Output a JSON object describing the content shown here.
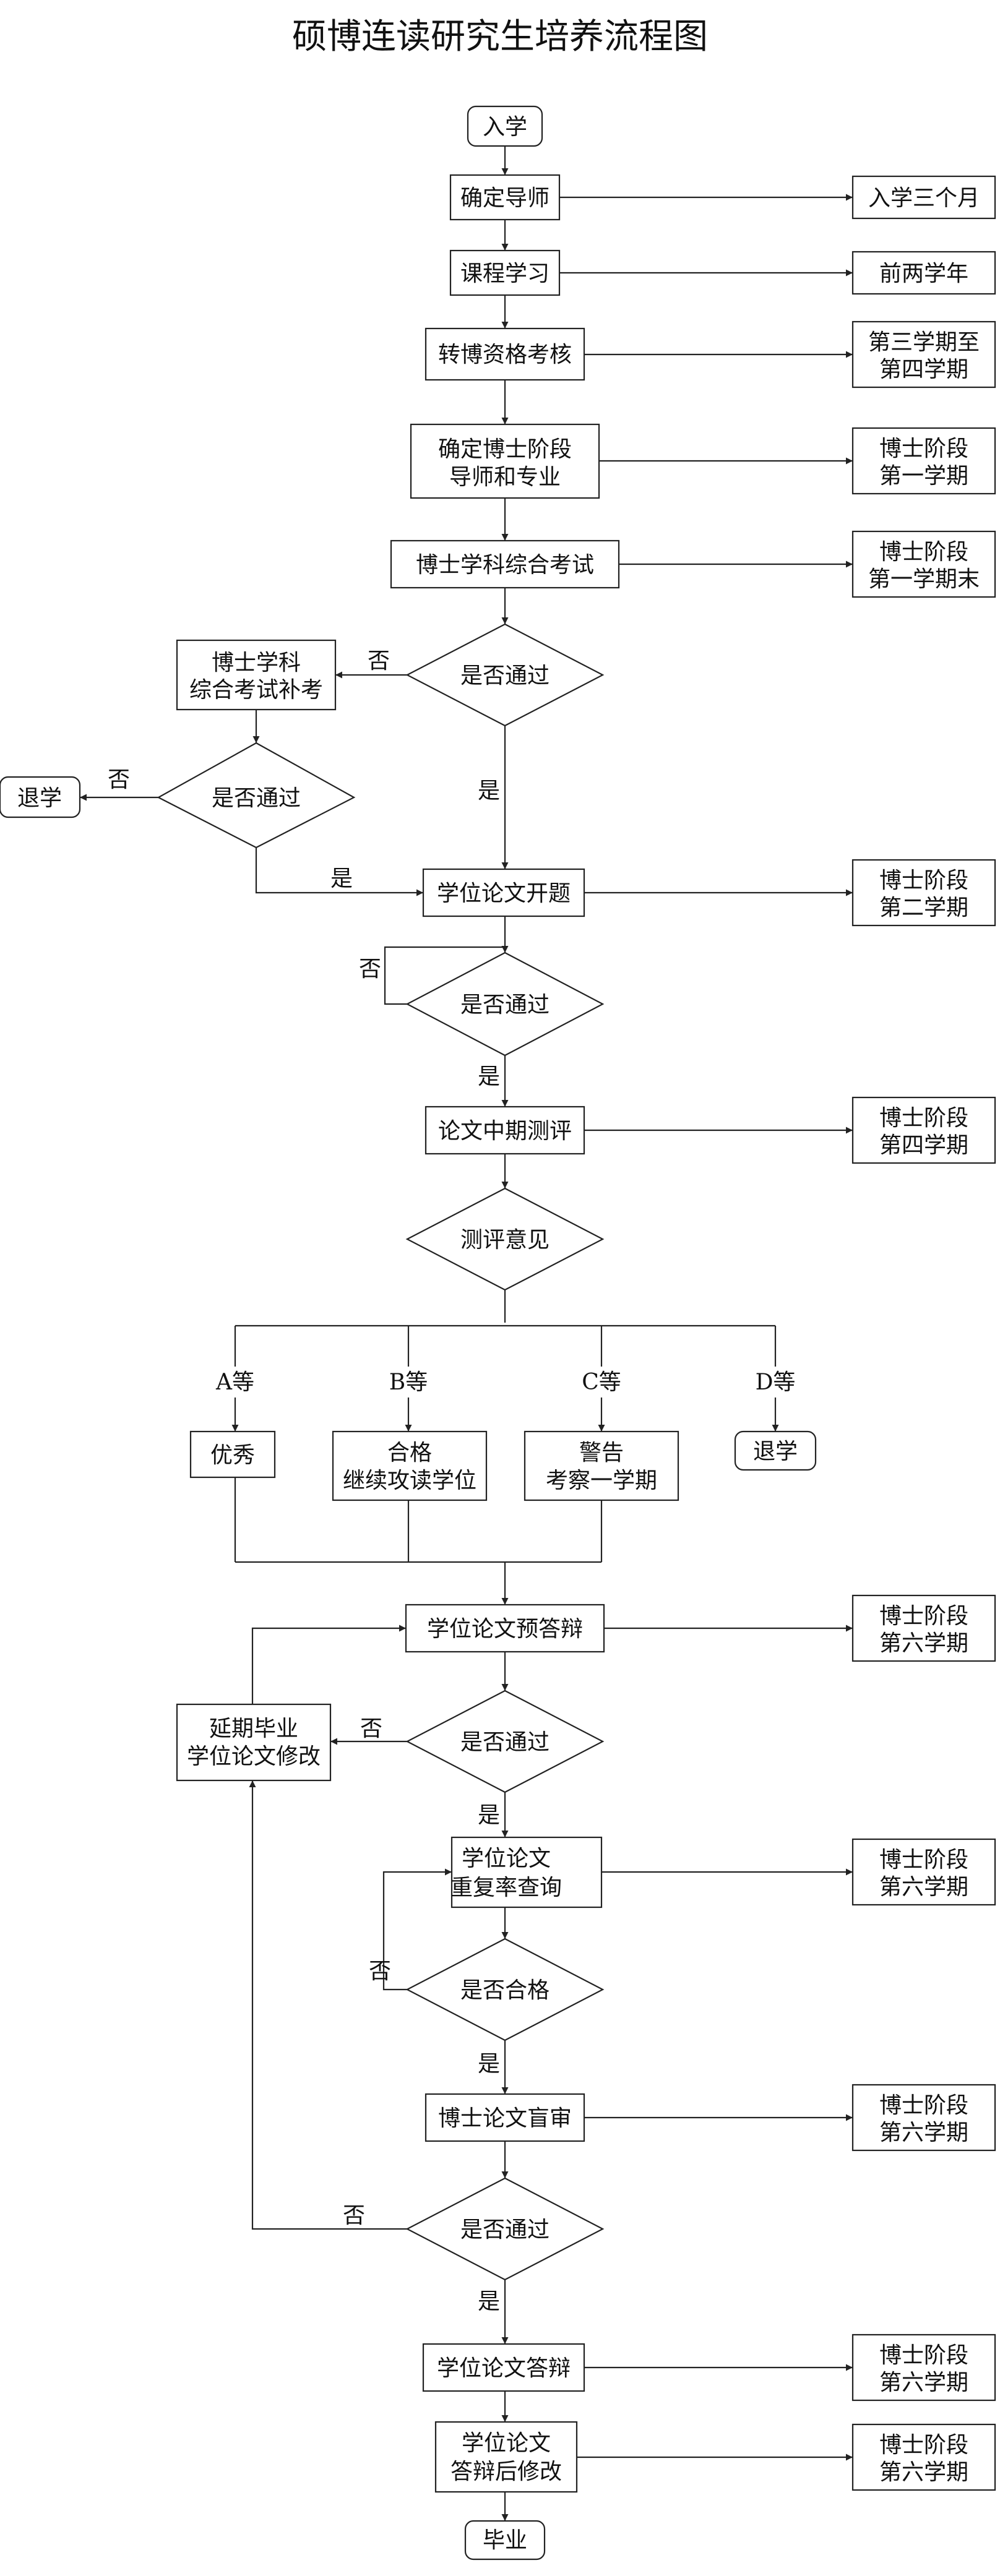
{
  "title": "硕博连读研究生培养流程图",
  "nodes": {
    "enroll": "入学",
    "advisor": "确定导师",
    "courses": "课程学习",
    "qualify": "转博资格考核",
    "phd_advisor": [
      "确定博士阶段",
      "导师和专业"
    ],
    "comp_exam": "博士学科综合考试",
    "pass1": "是否通过",
    "makeup": [
      "博士学科",
      "综合考试补考"
    ],
    "pass_makeup": "是否通过",
    "withdraw1": "退学",
    "proposal": "学位论文开题",
    "pass2": "是否通过",
    "midterm": "论文中期测评",
    "opinion": "测评意见",
    "excellent": "优秀",
    "qualified": [
      "合格",
      "继续攻读学位"
    ],
    "warning": [
      "警告",
      "考察一学期"
    ],
    "withdraw2": "退学",
    "predefense": "学位论文预答辩",
    "pass3": "是否通过",
    "delay": [
      "延期毕业",
      "学位论文修改"
    ],
    "dupcheck": [
      "学位论文",
      "重复率查询"
    ],
    "qualified_check": "是否合格",
    "blind": "博士论文盲审",
    "pass4": "是否通过",
    "defense": "学位论文答辩",
    "revise": [
      "学位论文",
      "答辩后修改"
    ],
    "graduate": "毕业"
  },
  "timeline": {
    "t1": [
      "入学三个月"
    ],
    "t2": [
      "前两学年"
    ],
    "t3": [
      "第三学期至",
      "第四学期"
    ],
    "t4": [
      "博士阶段",
      "第一学期"
    ],
    "t5": [
      "博士阶段",
      "第一学期末"
    ],
    "t6": [
      "博士阶段",
      "第二学期"
    ],
    "t7": [
      "博士阶段",
      "第四学期"
    ],
    "t8": [
      "博士阶段",
      "第六学期"
    ],
    "t9": [
      "博士阶段",
      "第六学期"
    ],
    "t10": [
      "博士阶段",
      "第六学期"
    ],
    "t11": [
      "博士阶段",
      "第六学期"
    ],
    "t12": [
      "博士阶段",
      "第六学期"
    ]
  },
  "edge_labels": {
    "yes": "是",
    "no": "否",
    "grade_a": "A等",
    "grade_b": "B等",
    "grade_c": "C等",
    "grade_d": "D等"
  }
}
